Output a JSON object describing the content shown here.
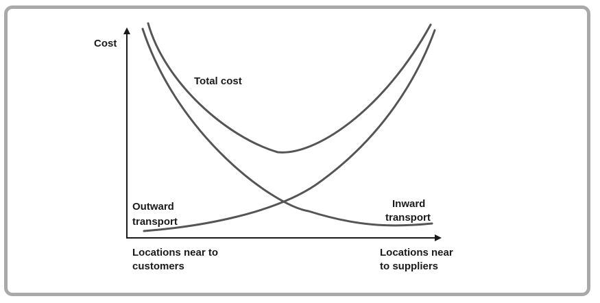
{
  "diagram": {
    "y_axis_label": "Cost",
    "curves": {
      "total": "Total cost",
      "outward": [
        "Outward",
        "transport"
      ],
      "inward": [
        "Inward",
        "transport"
      ]
    },
    "x_axis": {
      "left_label": [
        "Locations near to",
        "customers"
      ],
      "right_label": [
        "Locations near",
        "to suppliers"
      ]
    },
    "colors": {
      "curve": "#555555",
      "axis": "#1a1a1a",
      "frame": "#a9a9a9"
    }
  }
}
